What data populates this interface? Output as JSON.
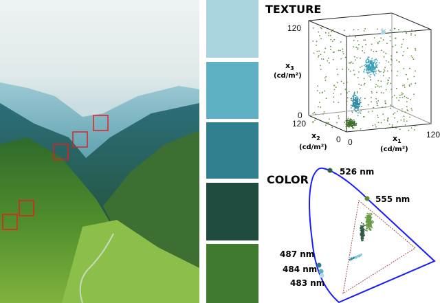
{
  "texture": {
    "title": "TEXTURE",
    "x1_label": "x",
    "x1_sub": "1",
    "x2_label": "x",
    "x2_sub": "2",
    "x3_label": "x",
    "x3_sub": "3",
    "unit": "(cd/m²)",
    "x1_ticks": [
      "0",
      "120"
    ],
    "x2_ticks": [
      "0",
      "120"
    ],
    "x3_ticks": [
      "0",
      "120"
    ],
    "clusters": [
      {
        "color": "#5a8f3a",
        "description_none": ""
      },
      {
        "color": "#3b9fb5"
      },
      {
        "color": "#a8d6e2"
      }
    ]
  },
  "color": {
    "title": "COLOR",
    "wavelengths": [
      {
        "label": "526 nm",
        "color": "#2e5c4a"
      },
      {
        "label": "555 nm",
        "color": "#5a8a3c"
      },
      {
        "label": "487 nm",
        "color": "#2a7d8c"
      },
      {
        "label": "484 nm",
        "color": "#5ab0c0"
      },
      {
        "label": "483 nm",
        "color": "#b5dde5"
      }
    ],
    "locus_color": "#1a1aff",
    "gamut_color": "#a0504a"
  },
  "patches": [
    "#a9d4df",
    "#5fb0c4",
    "#2f7f8e",
    "#1f4a3e",
    "#3f7a2e"
  ],
  "highlight_color": "#e02020"
}
